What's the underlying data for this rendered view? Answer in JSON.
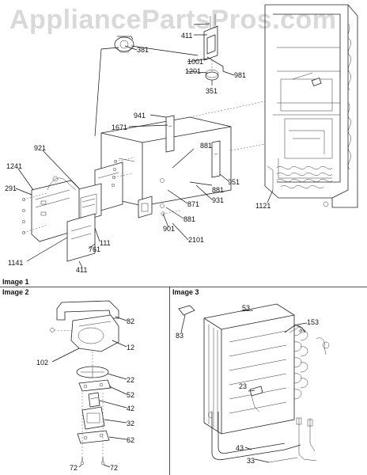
{
  "watermark": "AppliancePartsPros.com",
  "sections": {
    "image1": "Image 1",
    "image2": "Image 2",
    "image3": "Image 3"
  },
  "callouts": {
    "c381": "381",
    "c411a": "411",
    "c1001": "1001",
    "c1201": "1201",
    "c981": "981",
    "c351": "351",
    "c941": "941",
    "c1671": "1671",
    "c921": "921",
    "c881a": "881",
    "c1241": "1241",
    "c291": "291",
    "c881b": "881",
    "c951": "951",
    "c931": "931",
    "c871": "871",
    "c1121": "1121",
    "c881c": "881",
    "c901": "901",
    "c2101": "2101",
    "c111": "111",
    "c761": "761",
    "c1141": "1141",
    "c411b": "411",
    "c82": "82",
    "c12": "12",
    "c102": "102",
    "c22": "22",
    "c52": "52",
    "c42": "42",
    "c32": "32",
    "c62": "62",
    "c72a": "72",
    "c72b": "72",
    "c53": "53",
    "c83": "83",
    "c153": "153",
    "c23": "23",
    "c43": "43",
    "c33": "33"
  }
}
